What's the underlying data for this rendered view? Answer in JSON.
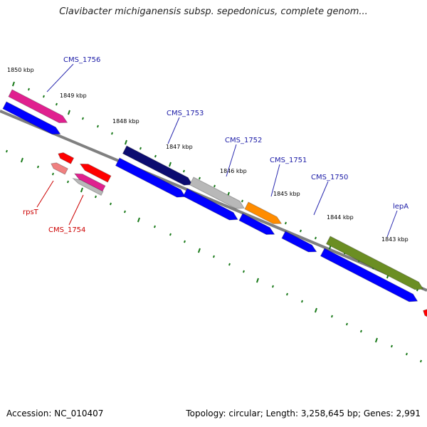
{
  "title": "Clavibacter michiganensis subsp. sepedonicus, complete genom...",
  "footer": {
    "accession": "Accession: NC_010407",
    "topology": "Topology: circular; Length: 3,258,645 bp; Genes: 2,991"
  },
  "colors": {
    "backbone": "#808080",
    "tick": "#1a7a1a",
    "forward_label": "#1a1aa6",
    "reverse_label": "#cc0000",
    "cds": "#0000ff"
  },
  "kbp_labels": [
    "1850 kbp",
    "1849 kbp",
    "1848 kbp",
    "1847 kbp",
    "1846 kbp",
    "1845 kbp",
    "1844 kbp",
    "1843 kbp"
  ],
  "forward_labels": [
    "CMS_1756",
    "CMS_1753",
    "CMS_1752",
    "CMS_1751",
    "CMS_1750",
    "lepA"
  ],
  "reverse_labels": [
    "rpsT",
    "CMS_1754"
  ]
}
